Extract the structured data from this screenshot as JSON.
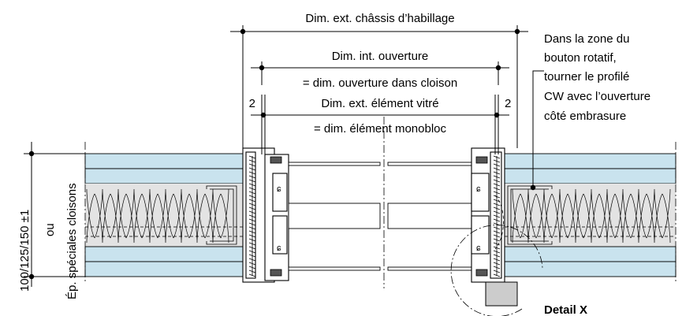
{
  "labels": {
    "dim_ext_chassis": "Dim. ext. châssis d’habillage",
    "dim_int_ouverture": "Dim. int. ouverture",
    "dim_ouverture_cloison": "= dim. ouverture dans cloison",
    "dim_ext_element": "Dim. ext. élément vitré",
    "dim_element_monobloc": "= dim. élément monobloc",
    "num_left": "2",
    "num_right": "2",
    "note_line1": "Dans la zone du",
    "note_line2": "bouton rotatif,",
    "note_line3": "tourner le profilé",
    "note_line4": "CW avec l’ouverture",
    "note_line5": "côté embrasure",
    "wall_thickness": "100/125/150 ±1",
    "wall_ou": "ou",
    "wall_special": "Ép. spéciales cloisons",
    "detail": "Detail X"
  },
  "colors": {
    "board": "#c9e3ee",
    "cavity": "#e3e3e3",
    "handle": "#cccccc"
  },
  "icons": {
    "wall_fixing": "screw-icon",
    "fixing_clip": "clip-icon"
  }
}
